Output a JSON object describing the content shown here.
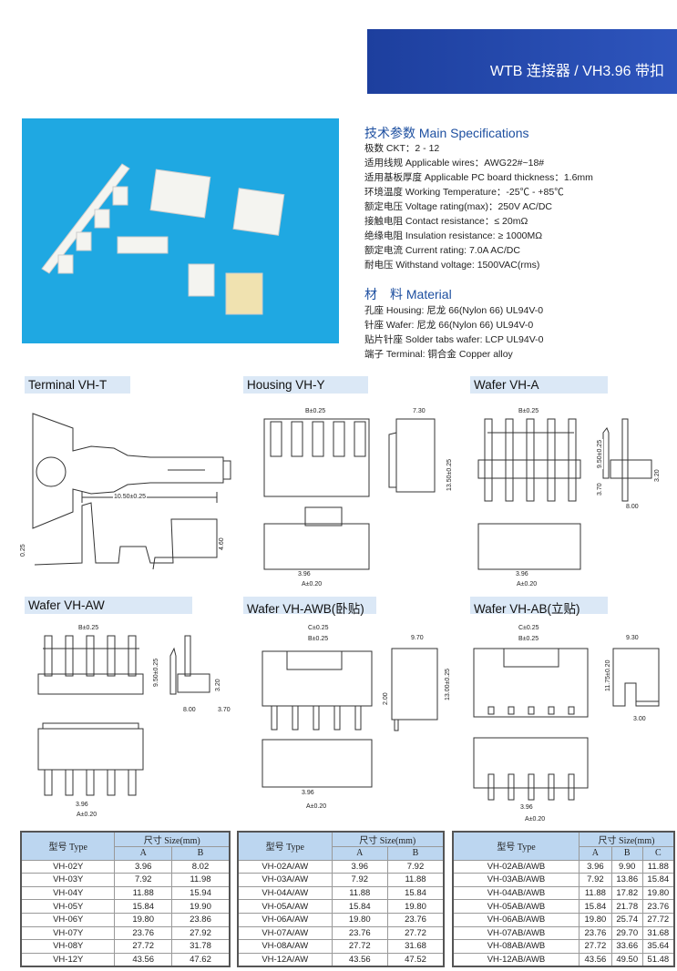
{
  "header": {
    "title": "WTB 连接器 / VH3.96 带扣"
  },
  "specs": {
    "title": "技术参数 Main Specifications",
    "lines": [
      "极数 CKT：2 - 12",
      "适用线规 Applicable wires：AWG22#~18#",
      "适用基板厚度 Applicable PC board thickness：1.6mm",
      "环境温度 Working Temperature：-25℃ - +85℃",
      "额定电压 Voltage rating(max)：250V AC/DC",
      "接触电阻 Contact resistance：≤ 20mΩ",
      "绝缘电阻 Insulation resistance: ≥ 1000MΩ",
      "额定电流 Current rating: 7.0A AC/DC",
      "耐电压 Withstand voltage: 1500VAC(rms)"
    ]
  },
  "material": {
    "title": "材　料 Material",
    "lines": [
      "孔座 Housing: 尼龙 66(Nylon 66) UL94V-0",
      "针座 Wafer: 尼龙 66(Nylon 66) UL94V-0",
      "贴片针座 Solder tabs wafer: LCP UL94V-0",
      "端子 Terminal: 铜合金 Copper alloy"
    ]
  },
  "sections": [
    "Terminal VH-T",
    "Housing VH-Y",
    "Wafer VH-A",
    "Wafer VH-AW",
    "Wafer VH-AWB(卧贴)",
    "Wafer VH-AB(立贴)"
  ],
  "dims": {
    "t_len": "10.50±0.25",
    "t_h": "4.60",
    "t_thk": "0.25",
    "b": "B±0.25",
    "c": "C±0.25",
    "a": "A±0.20",
    "pitch": "3.96",
    "y_w": "7.30",
    "y_h": "13.50±0.25",
    "a_h": "9.50±0.25",
    "a_base": "3.20",
    "a_pin": "3.70",
    "a_depth": "8.00",
    "awb_w": "9.70",
    "awb_h": "13.00±0.25",
    "awb_pin": "2.00",
    "ab_w": "9.30",
    "ab_h": "11.75±0.20",
    "ab_tab": "3.00"
  },
  "tables": [
    {
      "type_header": "型号 Type",
      "size_header": "尺寸 Size(mm)",
      "cols": [
        "A",
        "B"
      ],
      "rows": [
        [
          "VH-02Y",
          "3.96",
          "8.02"
        ],
        [
          "VH-03Y",
          "7.92",
          "11.98"
        ],
        [
          "VH-04Y",
          "11.88",
          "15.94"
        ],
        [
          "VH-05Y",
          "15.84",
          "19.90"
        ],
        [
          "VH-06Y",
          "19.80",
          "23.86"
        ],
        [
          "VH-07Y",
          "23.76",
          "27.92"
        ],
        [
          "VH-08Y",
          "27.72",
          "31.78"
        ],
        [
          "VH-12Y",
          "43.56",
          "47.62"
        ]
      ]
    },
    {
      "type_header": "型号 Type",
      "size_header": "尺寸 Size(mm)",
      "cols": [
        "A",
        "B"
      ],
      "rows": [
        [
          "VH-02A/AW",
          "3.96",
          "7.92"
        ],
        [
          "VH-03A/AW",
          "7.92",
          "11.88"
        ],
        [
          "VH-04A/AW",
          "11.88",
          "15.84"
        ],
        [
          "VH-05A/AW",
          "15.84",
          "19.80"
        ],
        [
          "VH-06A/AW",
          "19.80",
          "23.76"
        ],
        [
          "VH-07A/AW",
          "23.76",
          "27.72"
        ],
        [
          "VH-08A/AW",
          "27.72",
          "31.68"
        ],
        [
          "VH-12A/AW",
          "43.56",
          "47.52"
        ]
      ]
    },
    {
      "type_header": "型号 Type",
      "size_header": "尺寸 Size(mm)",
      "cols": [
        "A",
        "B",
        "C"
      ],
      "rows": [
        [
          "VH-02AB/AWB",
          "3.96",
          "9.90",
          "11.88"
        ],
        [
          "VH-03AB/AWB",
          "7.92",
          "13.86",
          "15.84"
        ],
        [
          "VH-04AB/AWB",
          "11.88",
          "17.82",
          "19.80"
        ],
        [
          "VH-05AB/AWB",
          "15.84",
          "21.78",
          "23.76"
        ],
        [
          "VH-06AB/AWB",
          "19.80",
          "25.74",
          "27.72"
        ],
        [
          "VH-07AB/AWB",
          "23.76",
          "29.70",
          "31.68"
        ],
        [
          "VH-08AB/AWB",
          "27.72",
          "33.66",
          "35.64"
        ],
        [
          "VH-12AB/AWB",
          "43.56",
          "49.50",
          "51.48"
        ]
      ]
    }
  ]
}
